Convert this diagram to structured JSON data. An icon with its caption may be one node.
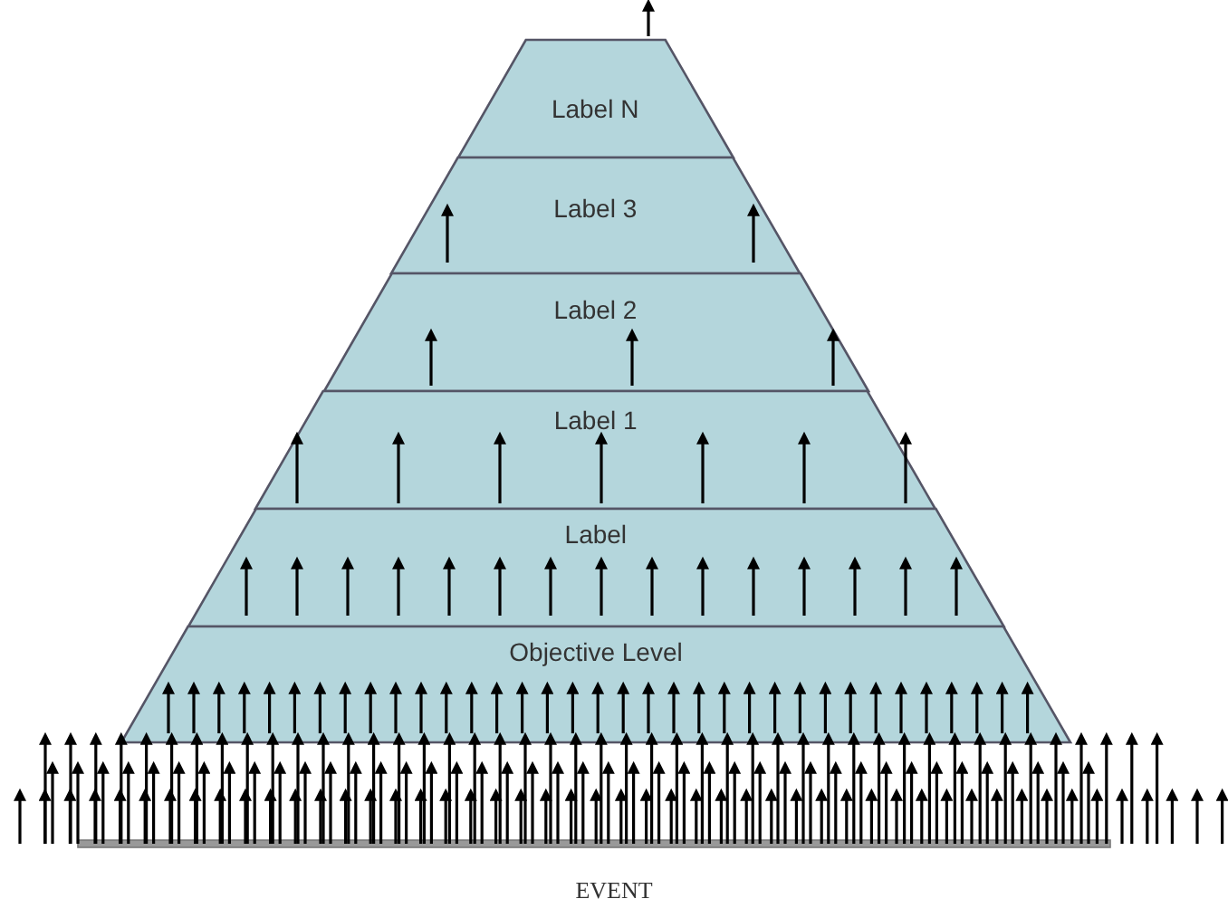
{
  "diagram": {
    "nodes": [
      {
        "text": [
          "Label N"
        ]
      },
      {
        "text": [
          "Label 3"
        ]
      },
      {
        "text": [
          "Label 2"
        ]
      },
      {
        "text": [
          "Label 1"
        ]
      },
      {
        "text": [
          "Label"
        ]
      },
      {
        "text": [
          "Objective Level"
        ]
      }
    ],
    "labels": [
      "EVENT"
    ]
  }
}
